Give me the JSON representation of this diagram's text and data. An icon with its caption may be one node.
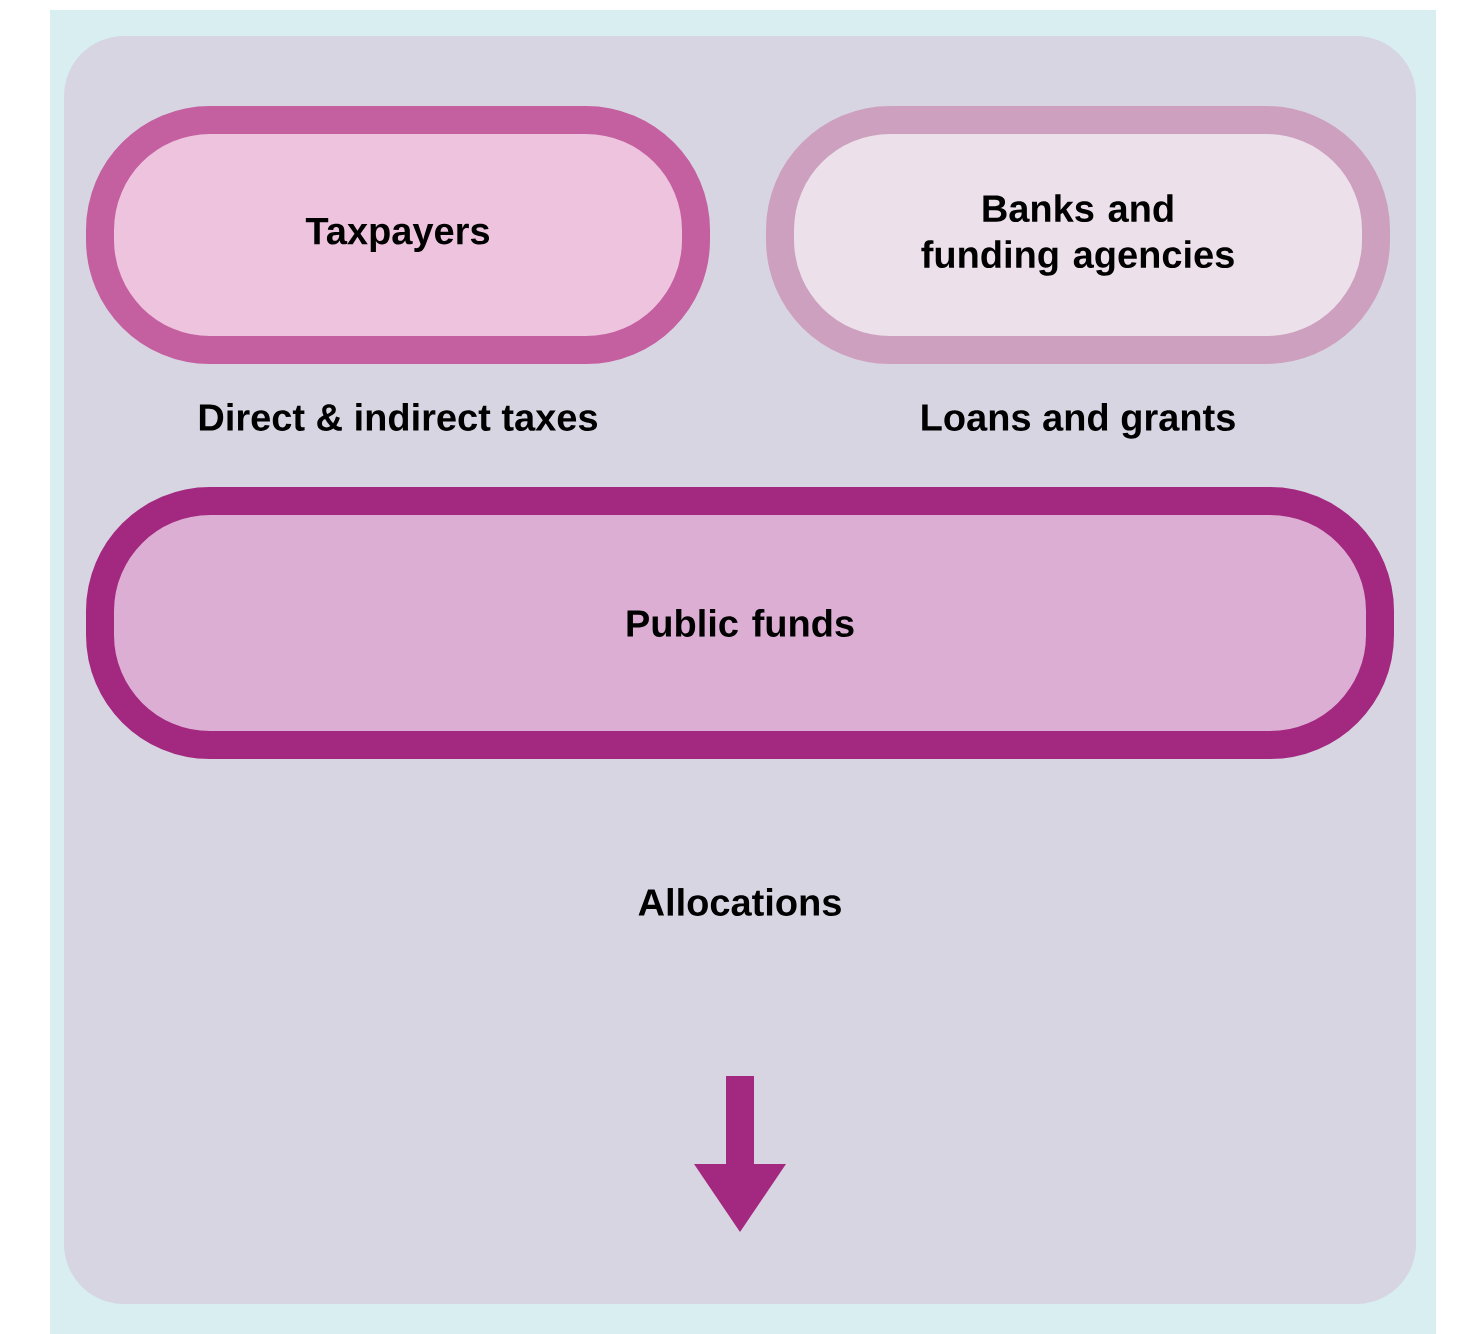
{
  "diagram": {
    "nodes": [
      {
        "text": [
          "Taxpayers"
        ],
        "beside": [
          "Direct & indirect taxes"
        ]
      },
      {
        "text": [
          "Banks and funding agencies"
        ],
        "beside": [
          "Loans and grants"
        ]
      },
      {
        "text": [
          "Public funds"
        ]
      }
    ],
    "labels": [
      "Allocations"
    ]
  }
}
